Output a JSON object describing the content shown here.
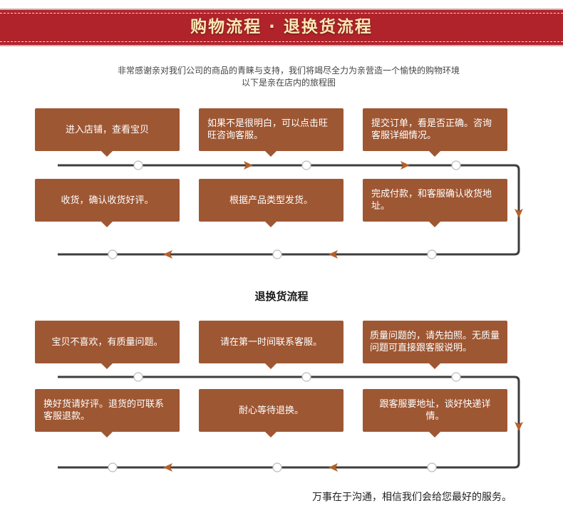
{
  "header": {
    "title": "购物流程 · 退换货流程"
  },
  "intro": {
    "line1": "非常感谢亲对我们公司的商品的青睐与支持，我们将竭尽全力为亲营造一个愉快的购物环境",
    "line2": "以下是亲在店内的旅程图"
  },
  "shopping": {
    "row1": [
      "进入店铺，查看宝贝",
      "如果不是很明白，可以点击旺旺咨询客服。",
      "提交订单，看是否正确。咨询客服详细情况。"
    ],
    "row2": [
      "收货，确认收货好评。",
      "根据产品类型发货。",
      "完成付款，和客服确认收货地址。"
    ]
  },
  "returns": {
    "title": "退换货流程",
    "row1": [
      "宝贝不喜欢，有质量问题。",
      "请在第一时间联系客服。",
      "质量问题的，请先拍照。无质量问题可直接跟客服说明。"
    ],
    "row2": [
      "换好货请好评。退货的可联系客服退款。",
      "耐心等待退换。",
      "跟客服要地址，谈好快递详情。"
    ]
  },
  "footer": {
    "text": "万事在于沟通，相信我们会给您最好的服务。"
  },
  "colors": {
    "banner": "#b1232b",
    "banner_text": "#fde9b4",
    "box": "#9e5733",
    "line": "#3d3d3d",
    "arrow": "#b5602c"
  }
}
